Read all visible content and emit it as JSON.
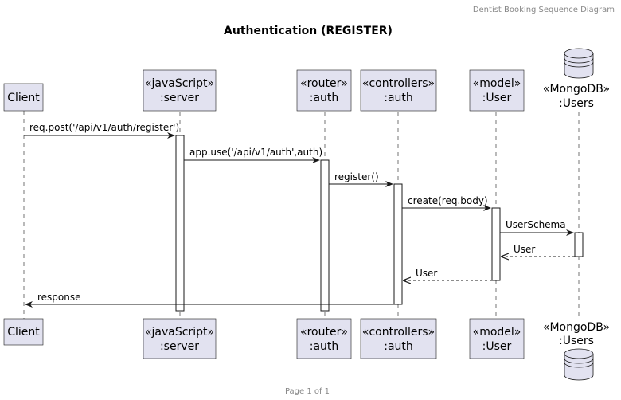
{
  "header": {
    "title": "Dentist Booking Sequence Diagram"
  },
  "diagram": {
    "title": "Authentication (REGISTER)"
  },
  "footer": {
    "page_label": "Page 1 of 1"
  },
  "colors": {
    "participant_fill": "#e2e2f0",
    "participant_stroke": "#181818",
    "lifeline": "#181818",
    "activation_fill": "#ffffff"
  },
  "participants": [
    {
      "id": "client",
      "line1": "",
      "line2": "Client"
    },
    {
      "id": "server",
      "line1": "«javaScript»",
      "line2": ":server"
    },
    {
      "id": "auth_router",
      "line1": "«router»",
      "line2": ":auth"
    },
    {
      "id": "auth_controller",
      "line1": "«controllers»",
      "line2": ":auth"
    },
    {
      "id": "user_model",
      "line1": "«model»",
      "line2": ":User"
    },
    {
      "id": "users_db",
      "line1": "«MongoDB»",
      "line2": ":Users",
      "shape": "database"
    }
  ],
  "messages": [
    {
      "label": "req.post('/api/v1/auth/register')",
      "from": "client",
      "to": "server",
      "style": "sync"
    },
    {
      "label": "app.use('/api/v1/auth',auth)",
      "from": "server",
      "to": "auth_router",
      "style": "sync"
    },
    {
      "label": "register()",
      "from": "auth_router",
      "to": "auth_controller",
      "style": "sync"
    },
    {
      "label": "create(req.body)",
      "from": "auth_controller",
      "to": "user_model",
      "style": "sync"
    },
    {
      "label": "UserSchema",
      "from": "user_model",
      "to": "users_db",
      "style": "sync"
    },
    {
      "label": "User",
      "from": "users_db",
      "to": "user_model",
      "style": "return"
    },
    {
      "label": "User",
      "from": "user_model",
      "to": "auth_controller",
      "style": "return"
    },
    {
      "label": "response",
      "from": "auth_controller",
      "to": "client",
      "style": "sync"
    }
  ]
}
